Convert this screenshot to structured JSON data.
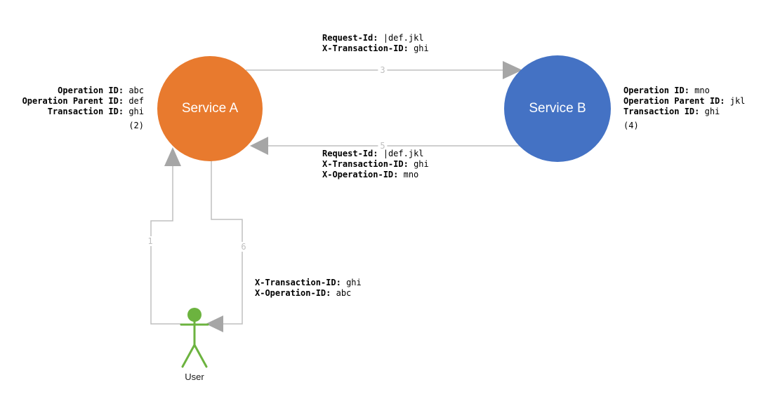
{
  "colors": {
    "service_a": "#E87A2E",
    "service_b": "#4472C4",
    "connector": "#BFBFBF",
    "arrowhead": "#A6A6A6",
    "user_figure": "#6CB33F",
    "step_number": "#BFBFBF",
    "text": "#000000"
  },
  "service_a": {
    "label": "Service A",
    "info": {
      "lines": [
        {
          "key": "Operation ID:",
          "value": "abc"
        },
        {
          "key": "Operation Parent ID:",
          "value": "def"
        },
        {
          "key": "Transaction ID:",
          "value": "ghi"
        }
      ],
      "step": "(2)"
    }
  },
  "service_b": {
    "label": "Service B",
    "info": {
      "lines": [
        {
          "key": "Operation ID:",
          "value": "mno"
        },
        {
          "key": "Operation Parent ID:",
          "value": "jkl"
        },
        {
          "key": "Transaction ID:",
          "value": "ghi"
        }
      ],
      "step": "(4)"
    }
  },
  "request_a_to_b": {
    "step": "3",
    "headers": [
      {
        "key": "Request-Id:",
        "value": "|def.jkl"
      },
      {
        "key": "X-Transaction-ID:",
        "value": "ghi"
      }
    ]
  },
  "response_b_to_a": {
    "step": "5",
    "headers": [
      {
        "key": "Request-Id:",
        "value": "|def.jkl"
      },
      {
        "key": "X-Transaction-ID:",
        "value": "ghi"
      },
      {
        "key": "X-Operation-ID:",
        "value": "mno"
      }
    ]
  },
  "user_flow": {
    "request_step": "1",
    "response_step": "6",
    "headers": [
      {
        "key": "X-Transaction-ID:",
        "value": "ghi"
      },
      {
        "key": "X-Operation-ID:",
        "value": "abc"
      }
    ]
  },
  "user": {
    "label": "User"
  }
}
